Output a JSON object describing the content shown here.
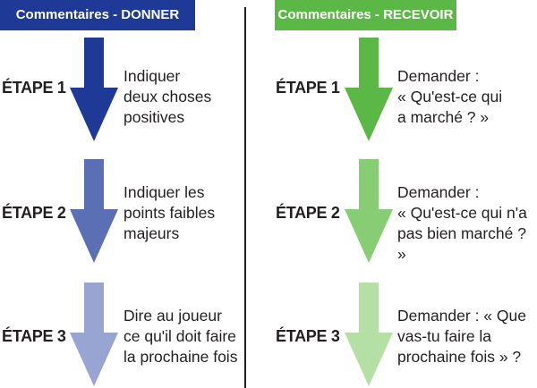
{
  "give": {
    "header": "Commentaires - DONNER",
    "steps": [
      {
        "label": "ÉTAPE 1",
        "text": "Indiquer\ndeux choses\npositives",
        "color": "#1e3a96"
      },
      {
        "label": "ÉTAPE 2",
        "text": "Indiquer les\npoints faibles\nmajeurs",
        "color": "#5b6fb5"
      },
      {
        "label": "ÉTAPE 3",
        "text": "Dire au joueur\nce qu'il doit faire\nla prochaine fois",
        "color": "#98a5d3"
      }
    ]
  },
  "receive": {
    "header": "Commentaires - RECEVOIR",
    "steps": [
      {
        "label": "ÉTAPE 1",
        "text": "Demander :\n« Qu'est-ce qui\na marché ? »",
        "color": "#5cb846"
      },
      {
        "label": "ÉTAPE 2",
        "text": "Demander :\n« Qu'est-ce qui n'a\npas bien marché ? »",
        "color": "#86cd74"
      },
      {
        "label": "ÉTAPE 3",
        "text": "Demander : « Que\nvas-tu faire la\nprochaine fois » ?",
        "color": "#b4e0a6"
      }
    ]
  }
}
